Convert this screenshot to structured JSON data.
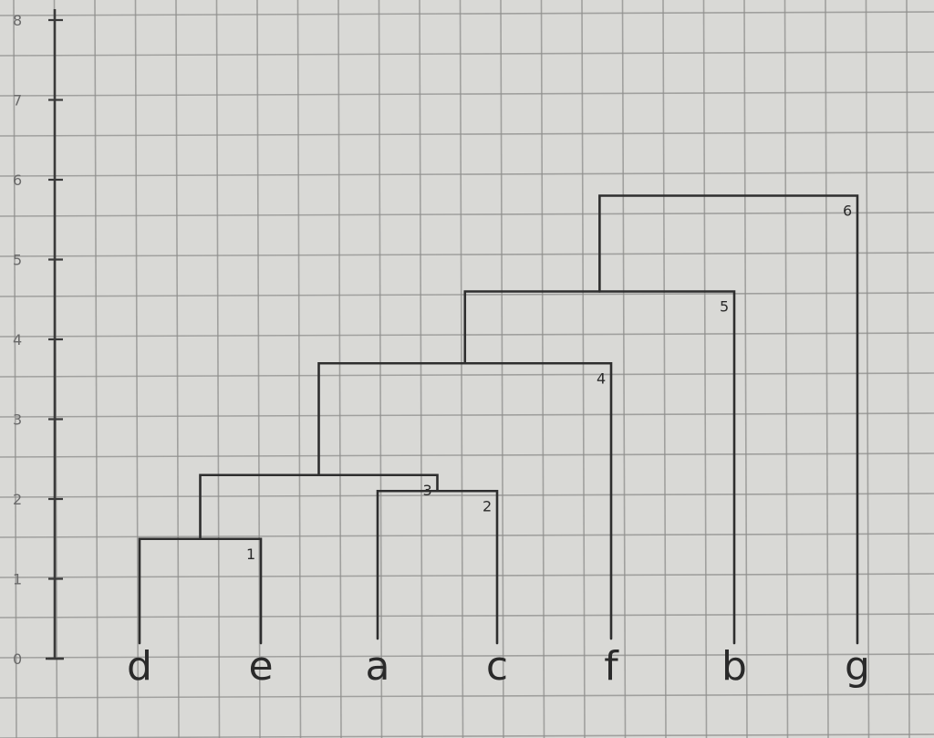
{
  "diagram": {
    "type": "dendrogram",
    "y_axis": {
      "ticks": [
        "0",
        "1",
        "2",
        "3",
        "4",
        "5",
        "6",
        "7",
        "8"
      ]
    },
    "leaves": [
      "d",
      "e",
      "a",
      "c",
      "f",
      "b",
      "g"
    ],
    "merges": [
      {
        "label": "1",
        "height": 1.5,
        "children": [
          "d",
          "e"
        ]
      },
      {
        "label": "2",
        "height": 2.1,
        "children": [
          "a",
          "c"
        ]
      },
      {
        "label": "3",
        "height": 2.3,
        "children": [
          "1",
          "2"
        ]
      },
      {
        "label": "4",
        "height": 3.7,
        "children": [
          "3",
          "f"
        ]
      },
      {
        "label": "5",
        "height": 4.6,
        "children": [
          "4",
          "b"
        ]
      },
      {
        "label": "6",
        "height": 5.8,
        "children": [
          "5",
          "g"
        ]
      }
    ],
    "colors": {
      "paper": "#d9d9d6",
      "grid": "#8e8e8c",
      "pencil": "#2e2e2e"
    }
  }
}
